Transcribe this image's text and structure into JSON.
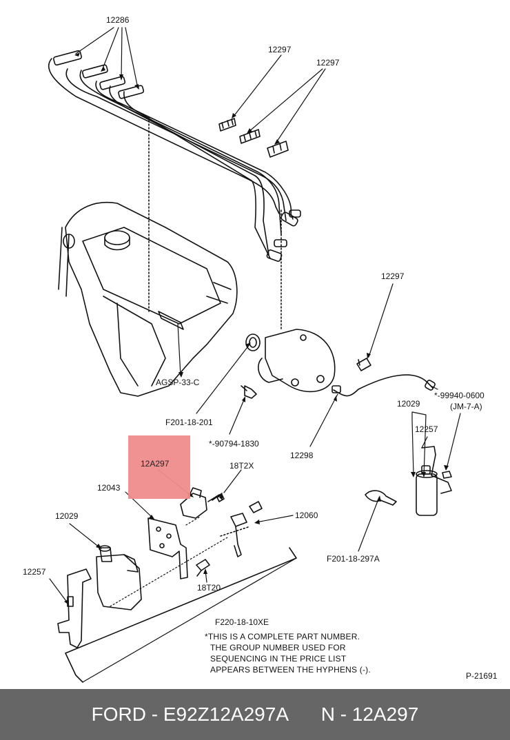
{
  "labels": {
    "l12286": "12286",
    "l12297a": "12297",
    "l12297b": "12297",
    "l12297c": "12297",
    "agsp": "AGSP-33-C",
    "f201_18_201": "F201-18-201",
    "p90794": "*-90794-1830",
    "l12298": "12298",
    "p99940": "*-99940-0600",
    "jm7a": "(JM-7-A)",
    "l12029a": "12029",
    "l12257a": "12257",
    "l12a297": "12A297",
    "l18t2x": "18T2X",
    "l12043": "12043",
    "l12060": "12060",
    "l12029b": "12029",
    "l12257b": "12257",
    "l18t20": "18T20",
    "f201_18_297a": "F201-18-297A",
    "f220_18_10xe": "F220-18-10XE",
    "p21691": "P-21691"
  },
  "note": [
    "*THIS IS A COMPLETE PART NUMBER.",
    "THE GROUP NUMBER USED FOR",
    "SEQUENCING IN THE PRICE LIST",
    "APPEARS BETWEEN THE HYPHENS (-)."
  ],
  "footer": {
    "brand_part": "FORD - E92Z12A297A",
    "number": "N - 12A297"
  },
  "colors": {
    "highlight": "#f08c8c",
    "footer_bg": "#666666",
    "footer_text": "#ffffff",
    "line": "#111111"
  }
}
